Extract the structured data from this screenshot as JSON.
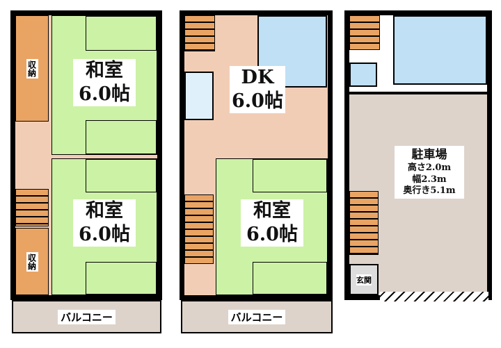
{
  "floor1": {
    "closet_top": "収納",
    "closet_bottom": "収納",
    "room_top": {
      "name": "和室",
      "size": "6.0帖"
    },
    "room_bottom": {
      "name": "和室",
      "size": "6.0帖"
    },
    "balcony": "バルコニー"
  },
  "floor2": {
    "dk": {
      "name": "DK",
      "size": "6.0帖"
    },
    "room": {
      "name": "和室",
      "size": "6.0帖"
    },
    "balcony": "バルコニー"
  },
  "floor3": {
    "parking": {
      "name": "駐車場",
      "height": "高さ2.0m",
      "width": "幅2.3m",
      "depth": "奥行き5.1m"
    },
    "entrance": "玄関"
  }
}
